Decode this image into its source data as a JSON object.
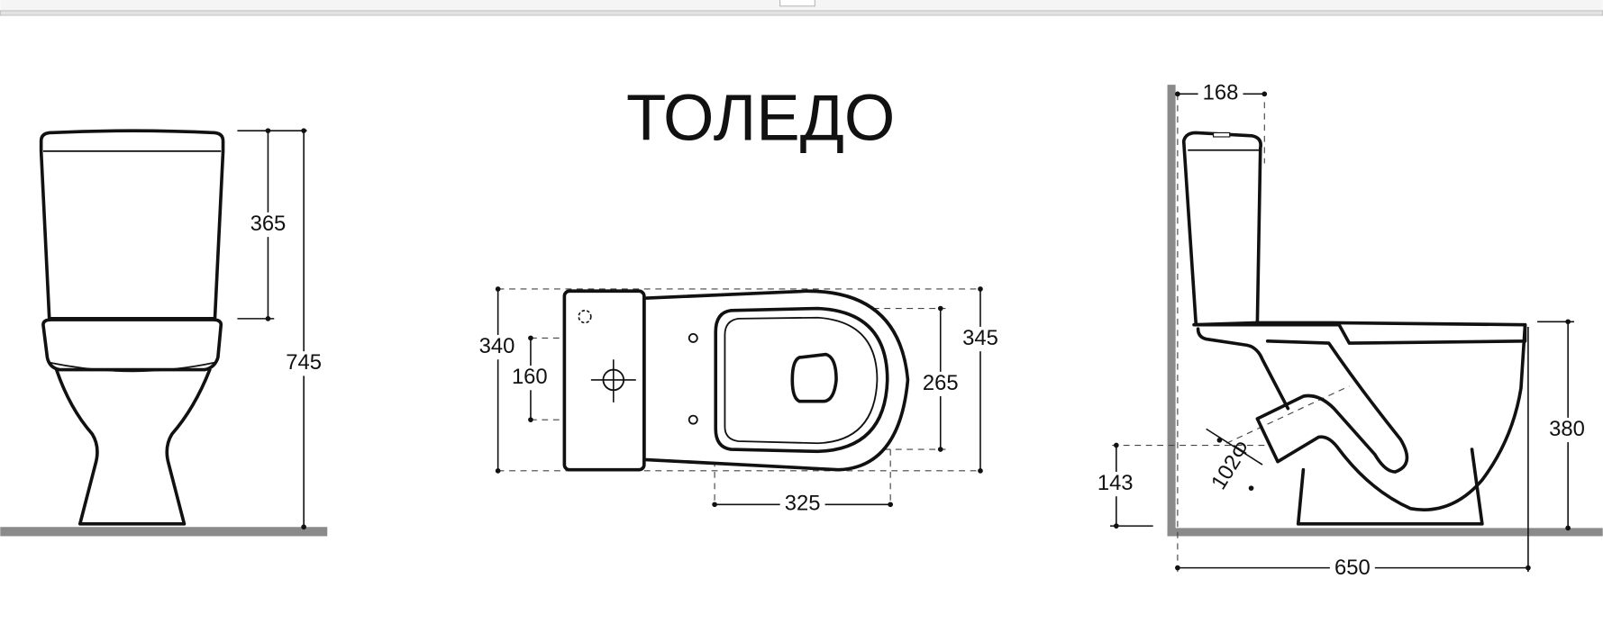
{
  "title": "ТОЛЕДО",
  "colors": {
    "wall": "#8a8a8a",
    "line": "#111111",
    "toolbar": "#f5f5f5"
  },
  "front_view": {
    "dims": {
      "tank_height": "365",
      "total_height": "745"
    }
  },
  "top_view": {
    "dims": {
      "tank_width": "340",
      "hole_spacing": "160",
      "bowl_width": "345",
      "seat_width": "265",
      "seat_length": "325"
    }
  },
  "side_view": {
    "dims": {
      "tank_depth": "168",
      "outlet_height": "143",
      "outlet_diameter": "102Φ",
      "seat_height": "380",
      "total_depth": "650"
    }
  }
}
